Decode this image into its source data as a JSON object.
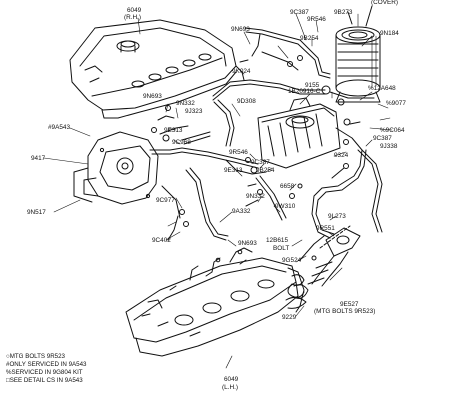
{
  "labels": {
    "head_rh_code": "6049",
    "head_rh_side": "(R.H.)",
    "cover": "(COVER)",
    "l_9c387_top": "9C387",
    "l_9b273": "9B273",
    "l_9r546_top": "9R546",
    "l_9b254_top": "9B254",
    "l_9n693_top": "9N693",
    "l_9n184": "9N184",
    "l_9k024": "9K024",
    "l_9n693_left": "9N693",
    "l_9n332_top": "9N332",
    "l_9j323": "9J323",
    "l_9d308": "9D308",
    "l_1b20916": "1B20916-C",
    "l_9155": "9155",
    "l_12a648": "%12A648",
    "l_9077": "%9077",
    "l_9c064": "%9C064",
    "l_9c387_right": "9C387",
    "l_9j338": "9J338",
    "l_9a543": "#9A543",
    "l_9e313_top": "9E313",
    "l_9c968": "9C968",
    "l_9r546_mid": "9R546",
    "l_9c387_mid": "9C387",
    "l_9b254_mid": "9B254",
    "l_9324": "9324",
    "l_9417": "9417",
    "l_9e313_mid": "9E313",
    "l_6658": "6658",
    "l_9c977": "9C977",
    "l_9a332": "9A332",
    "l_9n517": "9N517",
    "l_9n332_low": "9N332",
    "l_9w310": "9W310",
    "l_9l273": "9L273",
    "l_9c402": "9C402",
    "l_12b615": "12B615",
    "l_bolt": "BOLT",
    "l_9r551": "9R551",
    "l_9n693_low": "9N693",
    "l_9g524": "9G524",
    "l_9e527": "9E527",
    "l_mtg_bolts_9r523": "(MTG BOLTS 9R523)",
    "l_9229": "9229",
    "head_lh_code": "6049",
    "head_lh_side": "(L.H.)"
  },
  "legend": {
    "line1": "○MTG BOLTS 9R523",
    "line2": "#ONLY SERVICED IN 9A543",
    "line3": "%SERVICED IN 9G804 KIT",
    "line4": "□SEE DETAIL CS IN 9A543"
  }
}
